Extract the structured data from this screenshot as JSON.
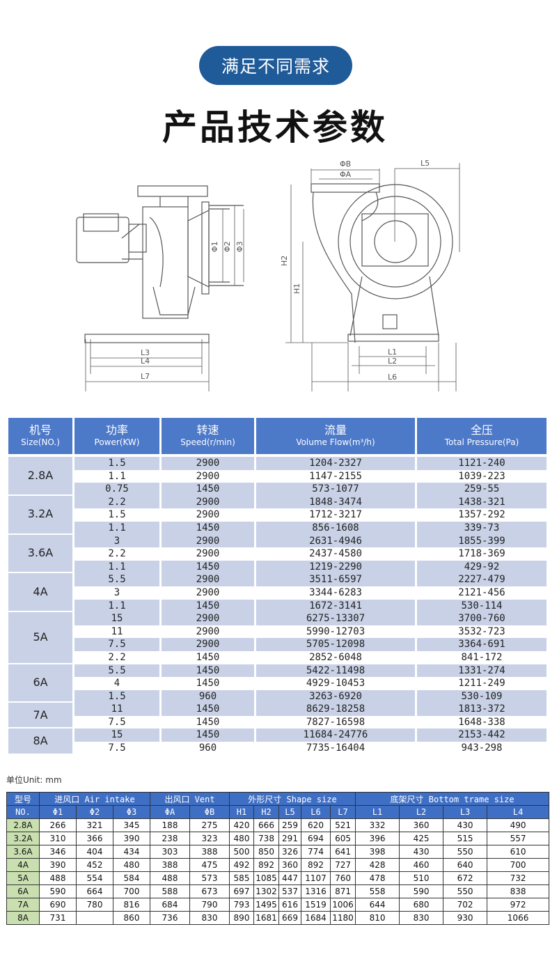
{
  "banner": "满足不同需求",
  "title": "产品技术参数",
  "drawing_labels": {
    "side": [
      "Φ1",
      "Φ2",
      "Φ3",
      "L3",
      "L4",
      "L7"
    ],
    "front": [
      "ΦB",
      "ΦA",
      "L5",
      "H2",
      "H1",
      "L1",
      "L2",
      "L6"
    ]
  },
  "perf_table": {
    "headers": [
      {
        "cn": "机号",
        "en": "Size(NO.)"
      },
      {
        "cn": "功率",
        "en": "Power(KW)"
      },
      {
        "cn": "转速",
        "en": "Speed(r/min)"
      },
      {
        "cn": "流量",
        "en": "Volume Flow(m³/h)"
      },
      {
        "cn": "全压",
        "en": "Total Pressure(Pa)"
      }
    ],
    "groups": [
      {
        "size": "2.8A",
        "rows": [
          [
            "1.5",
            "2900",
            "1204-2327",
            "1121-240"
          ],
          [
            "1.1",
            "2900",
            "1147-2155",
            "1039-223"
          ],
          [
            "0.75",
            "1450",
            "573-1077",
            "259-55"
          ]
        ]
      },
      {
        "size": "3.2A",
        "rows": [
          [
            "2.2",
            "2900",
            "1848-3474",
            "1438-321"
          ],
          [
            "1.5",
            "2900",
            "1712-3217",
            "1357-292"
          ],
          [
            "1.1",
            "1450",
            "856-1608",
            "339-73"
          ]
        ]
      },
      {
        "size": "3.6A",
        "rows": [
          [
            "3",
            "2900",
            "2631-4946",
            "1855-399"
          ],
          [
            "2.2",
            "2900",
            "2437-4580",
            "1718-369"
          ],
          [
            "1.1",
            "1450",
            "1219-2290",
            "429-92"
          ]
        ]
      },
      {
        "size": "4A",
        "rows": [
          [
            "5.5",
            "2900",
            "3511-6597",
            "2227-479"
          ],
          [
            "3",
            "2900",
            "3344-6283",
            "2121-456"
          ],
          [
            "1.1",
            "1450",
            "1672-3141",
            "530-114"
          ]
        ]
      },
      {
        "size": "5A",
        "rows": [
          [
            "15",
            "2900",
            "6275-13307",
            "3700-760"
          ],
          [
            "11",
            "2900",
            "5990-12703",
            "3532-723"
          ],
          [
            "7.5",
            "2900",
            "5705-12098",
            "3364-691"
          ],
          [
            "2.2",
            "1450",
            "2852-6048",
            "841-172"
          ]
        ]
      },
      {
        "size": "6A",
        "rows": [
          [
            "5.5",
            "1450",
            "5422-11498",
            "1331-274"
          ],
          [
            "4",
            "1450",
            "4929-10453",
            "1211-249"
          ],
          [
            "1.5",
            "960",
            "3263-6920",
            "530-109"
          ]
        ]
      },
      {
        "size": "7A",
        "rows": [
          [
            "11",
            "1450",
            "8629-18258",
            "1813-372"
          ],
          [
            "7.5",
            "1450",
            "7827-16598",
            "1648-338"
          ]
        ]
      },
      {
        "size": "8A",
        "rows": [
          [
            "15",
            "1450",
            "11684-24776",
            "2153-442"
          ],
          [
            "7.5",
            "960",
            "7735-16404",
            "943-298"
          ]
        ]
      }
    ]
  },
  "unit_note": "单位Unit: mm",
  "dim_table": {
    "group_headers": [
      "型号",
      "进风口 Air intake",
      "出风口 Vent",
      "外形尺寸 Shape size",
      "底架尺寸 Bottom trame size"
    ],
    "col_headers": [
      "NO.",
      "Φ1",
      "Φ2",
      "Φ3",
      "ΦA",
      "ΦB",
      "H1",
      "H2",
      "L5",
      "L6",
      "L7",
      "L1",
      "L2",
      "L3",
      "L4"
    ],
    "rows": [
      [
        "2.8A",
        "266",
        "321",
        "345",
        "188",
        "275",
        "420",
        "666",
        "259",
        "620",
        "521",
        "332",
        "360",
        "430",
        "490"
      ],
      [
        "3.2A",
        "310",
        "366",
        "390",
        "238",
        "323",
        "480",
        "738",
        "291",
        "694",
        "605",
        "396",
        "425",
        "515",
        "557"
      ],
      [
        "3.6A",
        "346",
        "404",
        "434",
        "303",
        "388",
        "500",
        "850",
        "326",
        "774",
        "641",
        "398",
        "430",
        "550",
        "610"
      ],
      [
        "4A",
        "390",
        "452",
        "480",
        "388",
        "475",
        "492",
        "892",
        "360",
        "892",
        "727",
        "428",
        "460",
        "640",
        "700"
      ],
      [
        "5A",
        "488",
        "554",
        "584",
        "488",
        "573",
        "585",
        "1085",
        "447",
        "1107",
        "760",
        "478",
        "510",
        "672",
        "732"
      ],
      [
        "6A",
        "590",
        "664",
        "700",
        "588",
        "673",
        "697",
        "1302",
        "537",
        "1316",
        "871",
        "558",
        "590",
        "550",
        "838"
      ],
      [
        "7A",
        "690",
        "780",
        "816",
        "684",
        "790",
        "793",
        "1495",
        "616",
        "1519",
        "1006",
        "644",
        "680",
        "702",
        "972"
      ],
      [
        "8A",
        "731",
        "",
        "860",
        "736",
        "830",
        "890",
        "1681",
        "669",
        "1684",
        "1180",
        "810",
        "830",
        "930",
        "1066"
      ]
    ]
  }
}
